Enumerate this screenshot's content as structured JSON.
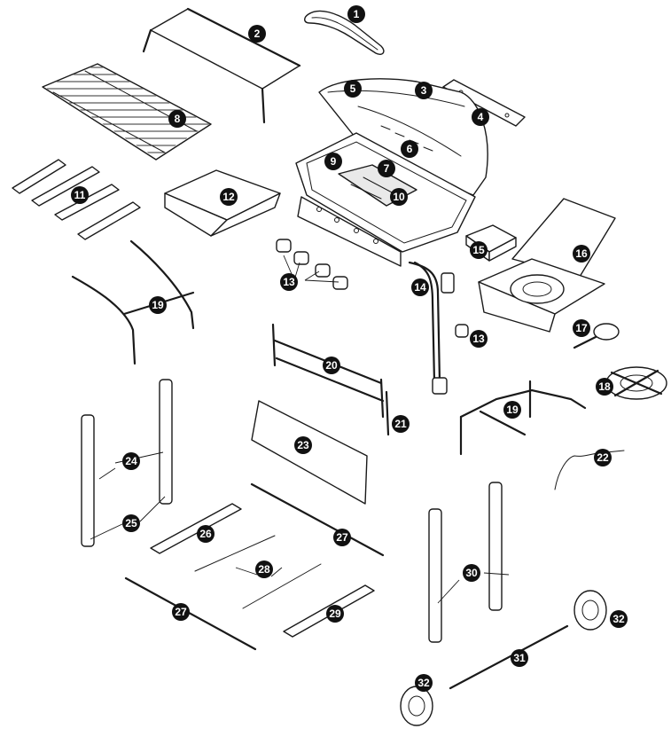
{
  "callouts": [
    {
      "id": "c1",
      "label": "1"
    },
    {
      "id": "c2",
      "label": "2"
    },
    {
      "id": "c3",
      "label": "3"
    },
    {
      "id": "c4",
      "label": "4"
    },
    {
      "id": "c5",
      "label": "5"
    },
    {
      "id": "c6",
      "label": "6"
    },
    {
      "id": "c7",
      "label": "7"
    },
    {
      "id": "c8",
      "label": "8"
    },
    {
      "id": "c9",
      "label": "9"
    },
    {
      "id": "c10",
      "label": "10"
    },
    {
      "id": "c11",
      "label": "11"
    },
    {
      "id": "c12",
      "label": "12"
    },
    {
      "id": "c13a",
      "label": "13"
    },
    {
      "id": "c13b",
      "label": "13"
    },
    {
      "id": "c14",
      "label": "14"
    },
    {
      "id": "c15",
      "label": "15"
    },
    {
      "id": "c16",
      "label": "16"
    },
    {
      "id": "c17",
      "label": "17"
    },
    {
      "id": "c18",
      "label": "18"
    },
    {
      "id": "c19a",
      "label": "19"
    },
    {
      "id": "c19b",
      "label": "19"
    },
    {
      "id": "c20",
      "label": "20"
    },
    {
      "id": "c21",
      "label": "21"
    },
    {
      "id": "c22",
      "label": "22"
    },
    {
      "id": "c23",
      "label": "23"
    },
    {
      "id": "c24",
      "label": "24"
    },
    {
      "id": "c25",
      "label": "25"
    },
    {
      "id": "c26",
      "label": "26"
    },
    {
      "id": "c27a",
      "label": "27"
    },
    {
      "id": "c27b",
      "label": "27"
    },
    {
      "id": "c28",
      "label": "28"
    },
    {
      "id": "c29",
      "label": "29"
    },
    {
      "id": "c30",
      "label": "30"
    },
    {
      "id": "c31",
      "label": "31"
    },
    {
      "id": "c32a",
      "label": "32"
    },
    {
      "id": "c32b",
      "label": "32"
    }
  ],
  "colors": {
    "line": "#1a1a1a",
    "callout_fill": "#111111",
    "callout_text": "#ffffff",
    "background": "#ffffff"
  }
}
